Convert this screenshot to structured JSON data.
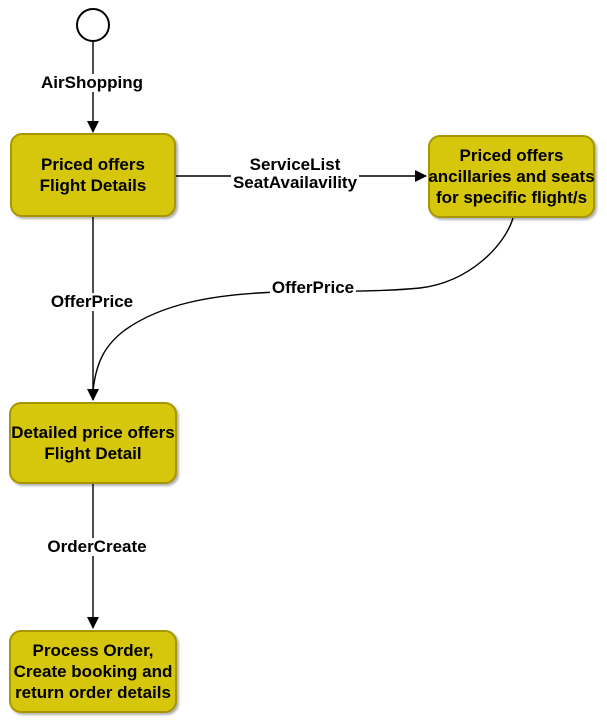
{
  "colors": {
    "background": "#FFFFFF",
    "node_fill": "#D6C70D",
    "node_border": "#A89600",
    "edge": "#000000",
    "text": "#000000"
  },
  "nodes": {
    "start": {
      "icon": "initial-state-circle"
    },
    "priced_offers": {
      "lines": [
        "Priced offers",
        "Flight Details"
      ]
    },
    "ancillaries": {
      "lines": [
        "Priced offers",
        "ancillaries and seats",
        "for specific flight/s"
      ]
    },
    "detailed_price": {
      "lines": [
        "Detailed price offers",
        "Flight Detail"
      ]
    },
    "process_order": {
      "lines": [
        "Process Order,",
        "Create booking and",
        "return order details"
      ]
    }
  },
  "edges": {
    "airshopping": {
      "label": "AirShopping"
    },
    "servicelist": {
      "lines": [
        "ServiceList",
        "SeatAvailavility"
      ]
    },
    "offerprice_main": {
      "label": "OfferPrice"
    },
    "offerprice_alt": {
      "label": "OfferPrice"
    },
    "ordercreate": {
      "label": "OrderCreate"
    }
  }
}
